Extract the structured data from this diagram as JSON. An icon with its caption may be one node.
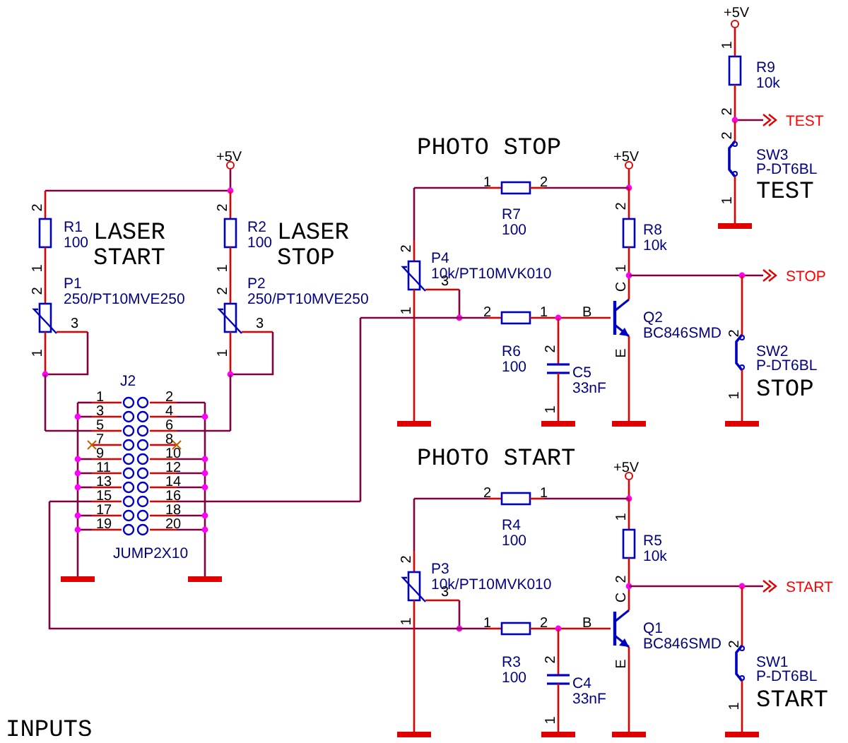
{
  "diagram": {
    "labels": [
      "+5V",
      "1",
      "R9",
      "10k",
      "2",
      "TEST",
      "2",
      "SW3",
      "P-DT6BL",
      "TEST",
      "1",
      "+5V",
      "2",
      "R1",
      "100",
      "LASER",
      "START",
      "1",
      "2",
      "P1",
      "250/PT10MVE250",
      "3",
      "1",
      "2",
      "R2",
      "100",
      "LASER",
      "STOP",
      "1",
      "2",
      "P2",
      "250/PT10MVE250",
      "3",
      "1",
      "PHOTO STOP",
      "+5V",
      "1",
      "2",
      "2",
      "R7",
      "100",
      "R8",
      "10k",
      "2",
      "P4",
      "10k/PT10MVK010",
      "3",
      "1",
      "STOP",
      "C",
      "2",
      "1",
      "B",
      "Q2",
      "BC846SMD",
      "1",
      "2",
      "R6",
      "100",
      "E",
      "2",
      "SW2",
      "P-DT6BL",
      "C5",
      "33nF",
      "STOP",
      "1",
      "1",
      "J2",
      "1",
      "2",
      "3",
      "4",
      "5",
      "6",
      "7",
      "8",
      "9",
      "10",
      "11",
      "12",
      "13",
      "14",
      "15",
      "16",
      "17",
      "18",
      "19",
      "20",
      "JUMP2X10",
      "PHOTO START",
      "+5V",
      "2",
      "1",
      "1",
      "R4",
      "100",
      "R5",
      "10k",
      "2",
      "P3",
      "10k/PT10MVK010",
      "3",
      "2",
      "START",
      "C",
      "1",
      "2",
      "B",
      "Q1",
      "BC846SMD",
      "1",
      "2",
      "R3",
      "100",
      "E",
      "2",
      "SW1",
      "P-DT6BL",
      "C4",
      "33nF",
      "START",
      "1",
      "1",
      "INPUTS"
    ]
  }
}
